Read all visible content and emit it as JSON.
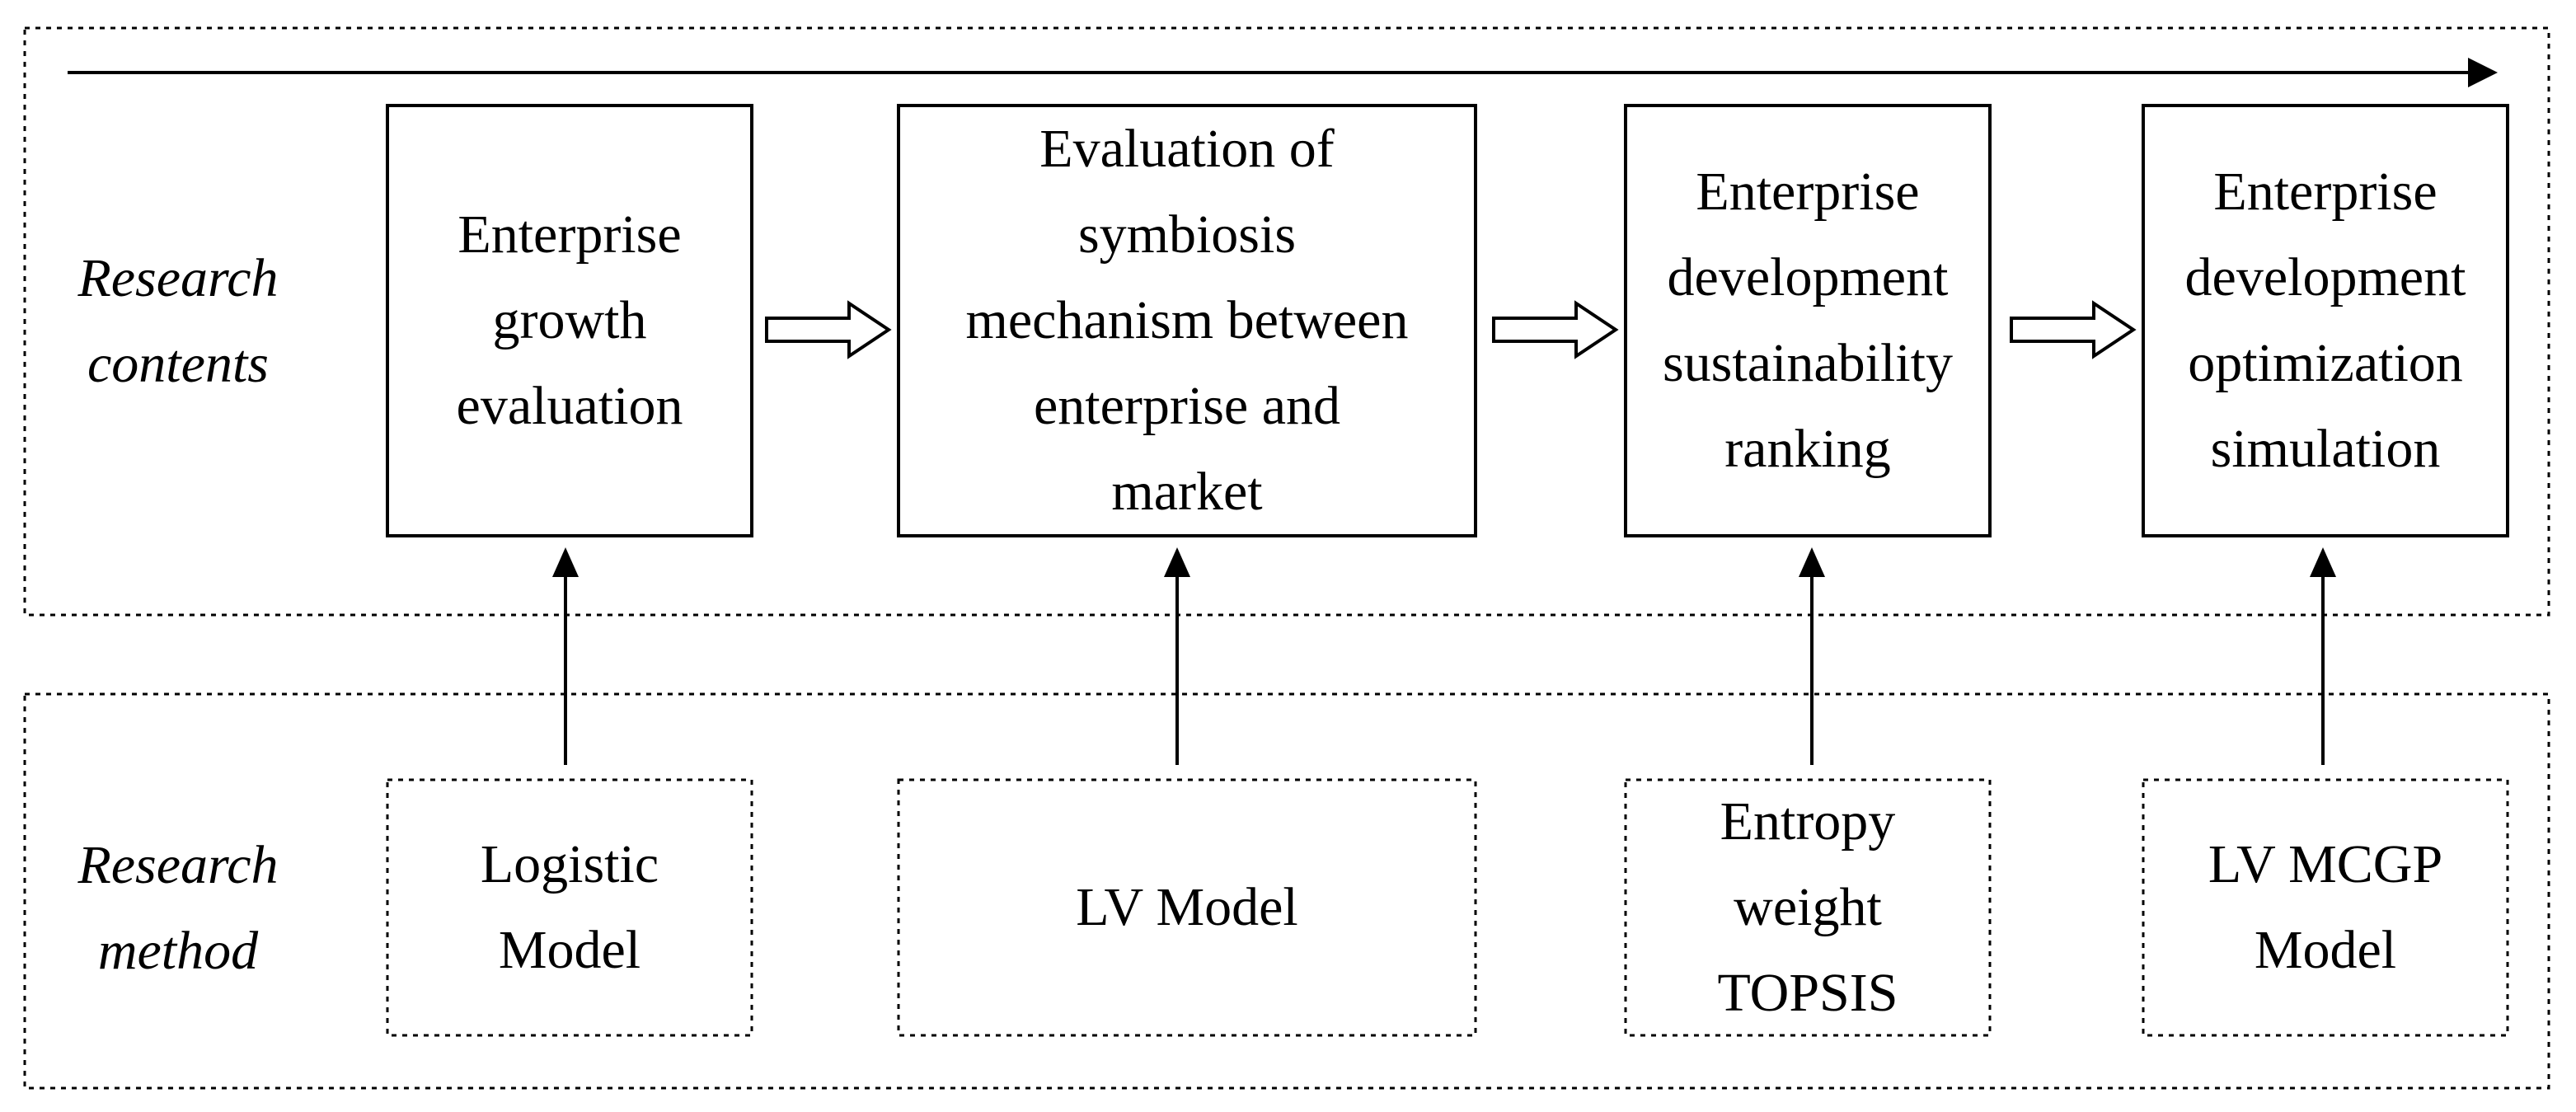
{
  "sections": {
    "contents_label": [
      "Research",
      "contents"
    ],
    "method_label": [
      "Research",
      "method"
    ]
  },
  "content_boxes": [
    {
      "lines": [
        "Enterprise",
        "growth",
        "evaluation"
      ]
    },
    {
      "lines": [
        "Evaluation of",
        "symbiosis",
        "mechanism between",
        "enterprise and",
        "market"
      ]
    },
    {
      "lines": [
        "Enterprise",
        "development",
        "sustainability",
        "ranking"
      ]
    },
    {
      "lines": [
        "Enterprise",
        "development",
        "optimization",
        "simulation"
      ]
    }
  ],
  "method_boxes": [
    {
      "lines": [
        "Logistic",
        "Model"
      ]
    },
    {
      "lines": [
        "LV Model"
      ]
    },
    {
      "lines": [
        "Entropy",
        "weight",
        "TOPSIS"
      ]
    },
    {
      "lines": [
        "LV MCGP",
        "Model"
      ]
    }
  ],
  "colors": {
    "stroke": "#000000",
    "background": "#ffffff"
  },
  "icons": {
    "flow_arrow": "hollow-right-arrow-icon",
    "timeline_arrow": "right-arrow-icon",
    "support_arrow": "up-arrow-icon"
  }
}
